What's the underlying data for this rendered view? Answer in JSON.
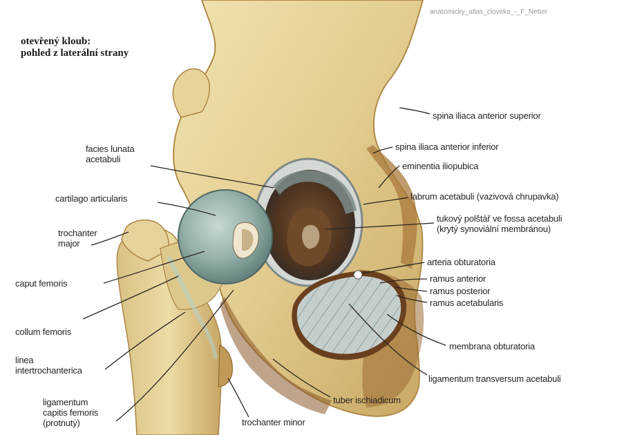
{
  "credit": "anatomicky_atlas_cloveka_-_F_Netter",
  "title": {
    "line1": "otevřený kloub:",
    "line2": "pohled z laterální strany"
  },
  "labels": {
    "spina_anterior_superior": "spina iliaca anterior superior",
    "spina_anterior_inferior": "spina iliaca anterior inferior",
    "eminentia": "eminentia iliopubica",
    "facies_1": "facies lunata",
    "facies_2": "acetabuli",
    "labrum": "labrum acetabuli (vazivová chrupavka)",
    "cartilago": "cartilago articularis",
    "tukovy_1": "tukový polštář ve fossa acetabuli",
    "tukovy_2": "(krytý synoviální membránou)",
    "trochanter_major_1": "trochanter",
    "trochanter_major_2": "major",
    "arteria": "arteria obturatoria",
    "ramus_anterior": "ramus anterior",
    "ramus_posterior": "ramus posterior",
    "ramus_acetabularis": "ramus acetabularis",
    "caput": "caput femoris",
    "collum": "collum femoris",
    "linea_1": "linea",
    "linea_2": "intertrochanterica",
    "membrana": "membrana obturatoria",
    "ligamentum_transversum": "ligamentum transversum acetabuli",
    "tuber": "tuber ischiadicum",
    "lig_capitis_1": "ligamentum",
    "lig_capitis_2": "capitis femoris",
    "lig_capitis_3": "(protnutý)",
    "trochanter_minor": "trochanter minor"
  },
  "colors": {
    "bone_light": "#ecdca5",
    "bone_mid": "#d8bd7c",
    "bone_dark": "#b88d4a",
    "bone_stain": "#8b5a2b",
    "cartilage": "#8fa9a3",
    "cartilage_light": "#c7d6d0",
    "membrane": "#b9c4c3",
    "fat_pad": "#6f4a28",
    "leader": "#2a2422"
  }
}
